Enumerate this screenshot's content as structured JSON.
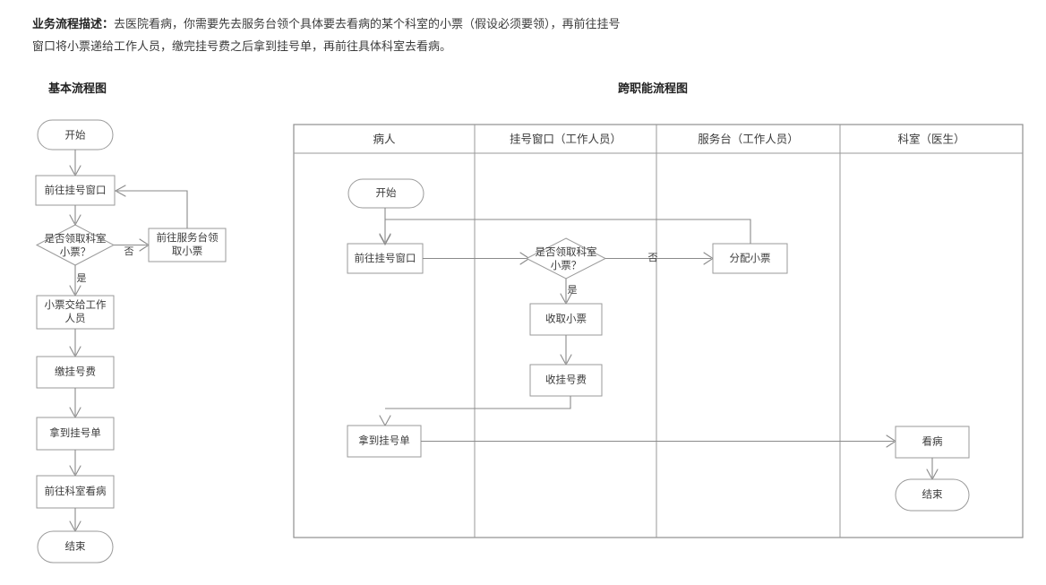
{
  "description": {
    "lead": "业务流程描述：",
    "line1": "去医院看病，你需要先去服务台领个具体要去看病的某个科室的小票（假设必须要领），再前往挂号",
    "line2": "窗口将小票递给工作人员，缴完挂号费之后拿到挂号单，再前往具体科室去看病。"
  },
  "basic_flow": {
    "title": "基本流程图",
    "nodes": {
      "start": "开始",
      "go_window": "前往挂号窗口",
      "decision": {
        "line1": "是否领取科室",
        "line2": "小票？"
      },
      "get_ticket": {
        "line1": "前往服务台领",
        "line2": "取小票"
      },
      "give_ticket": {
        "line1": "小票交给工作",
        "line2": "人员"
      },
      "pay_fee": "缴挂号费",
      "get_slip": "拿到挂号单",
      "go_dept": "前往科室看病",
      "end": "结束"
    },
    "edge_labels": {
      "no": "否",
      "yes": "是"
    }
  },
  "cross_functional": {
    "title": "跨职能流程图",
    "lanes": [
      {
        "name": "病人"
      },
      {
        "name": "挂号窗口（工作人员）"
      },
      {
        "name": "服务台（工作人员）"
      },
      {
        "name": "科室（医生）"
      }
    ],
    "nodes": {
      "start": "开始",
      "go_window": "前往挂号窗口",
      "decision": {
        "line1": "是否领取科室",
        "line2": "小票？"
      },
      "assign_ticket": "分配小票",
      "collect_ticket": "收取小票",
      "collect_fee": "收挂号费",
      "get_slip": "拿到挂号单",
      "see_doctor": "看病",
      "end": "结束"
    },
    "edge_labels": {
      "no": "否",
      "yes": "是"
    }
  },
  "colors": {
    "shape_border": "#9a9a9a",
    "connector": "#8a8a8a",
    "text": "#3b3b3b",
    "background": "#ffffff"
  }
}
